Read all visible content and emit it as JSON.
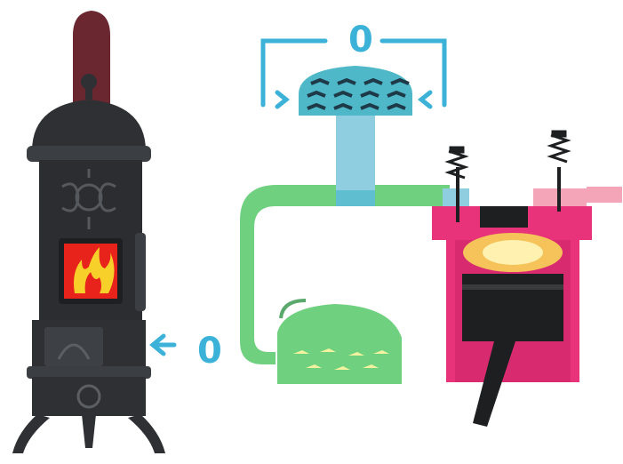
{
  "labels": {
    "top_air_zero": "0",
    "stove_air_zero": "0"
  },
  "colors": {
    "cool_blue": "#3cb2d8",
    "radiator_blue": "#4fb8c8",
    "coolant_green": "#6fd17f",
    "hot_pink": "#e8337a",
    "stove_iron": "#2e3033",
    "flame_red": "#e8231b",
    "flame_yellow": "#f7d02a",
    "chimney": "#6b2730"
  },
  "icons": [
    "stove-illustration",
    "radiator-fan-icon",
    "engine-cylinder",
    "coolant-tank",
    "air-arrow-icon",
    "valve-spring-icon"
  ]
}
